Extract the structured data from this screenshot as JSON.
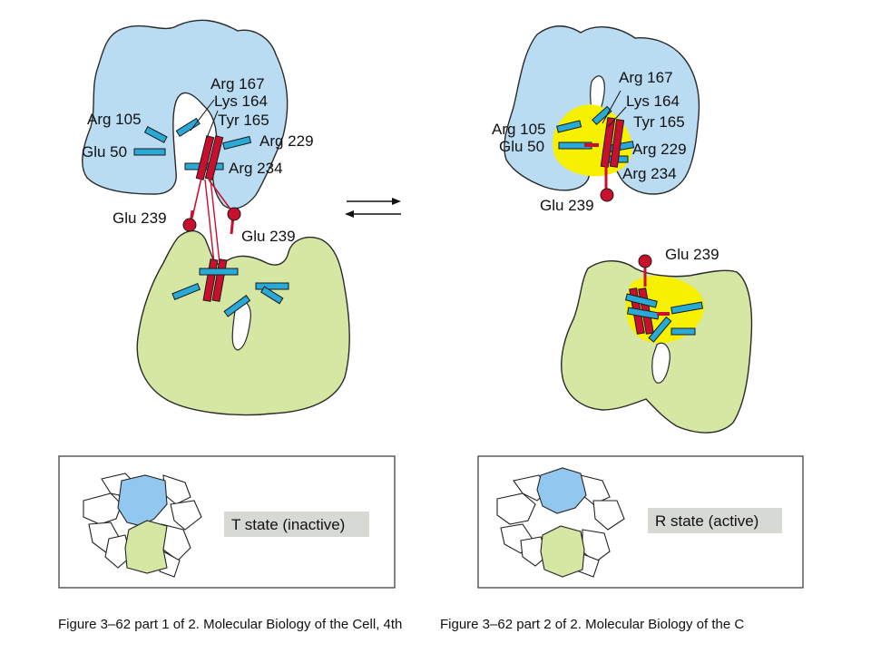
{
  "colors": {
    "regulatory_domain": "#b9dcf3",
    "catalytic_domain": "#d6e6a3",
    "active_site": "#f7f000",
    "red_residue": "#c8102e",
    "blue_residue": "#29a9d6",
    "thumbnail_blue": "#92c8f0",
    "thumbnail_green": "#d6e6a3",
    "label_box": "#d6d9d4"
  },
  "left_panel": {
    "labels": {
      "arg167": "Arg 167",
      "lys164": "Lys 164",
      "tyr165": "Tyr 165",
      "arg105": "Arg 105",
      "glu50": "Glu 50",
      "arg229": "Arg 229",
      "arg234": "Arg 234",
      "glu239_left": "Glu 239",
      "glu239_right": "Glu 239"
    }
  },
  "right_panel": {
    "labels": {
      "arg167": "Arg 167",
      "lys164": "Lys 164",
      "tyr165": "Tyr 165",
      "arg105": "Arg 105",
      "glu50": "Glu 50",
      "arg229": "Arg 229",
      "arg234": "Arg 234",
      "glu239_top": "Glu 239",
      "glu239_bottom": "Glu 239"
    }
  },
  "equilibrium_icon": "double-arrow-icon",
  "thumbnails": {
    "t_state": "T state (inactive)",
    "r_state": "R state (active)"
  },
  "caption": {
    "part1": "Figure 3–62 part 1 of 2. Molecular Biology of the Cell, 4th",
    "part2": "Figure 3–62 part 2 of 2. Molecular Biology of the C"
  }
}
